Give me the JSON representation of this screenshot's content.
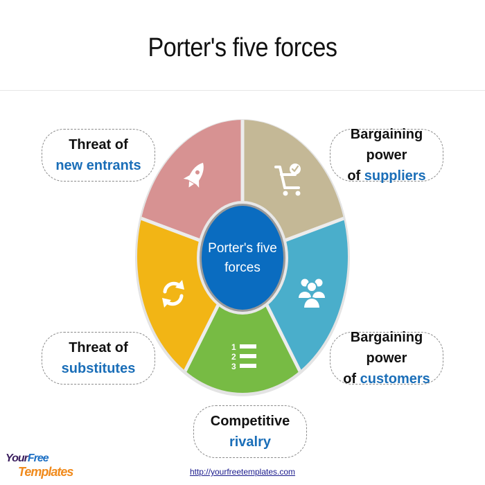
{
  "page": {
    "title": "Porter's five forces"
  },
  "center": {
    "line1": "Porter's five",
    "line2": "forces",
    "color": "#0a6cc0"
  },
  "segments": [
    {
      "id": "new-entrants",
      "icon": "rocket-icon",
      "color": "#d79292"
    },
    {
      "id": "suppliers",
      "icon": "shopping-cart-check-icon",
      "color": "#c4b896"
    },
    {
      "id": "customers",
      "icon": "user-group-icon",
      "color": "#4aaecb"
    },
    {
      "id": "rivalry",
      "icon": "numbered-list-icon",
      "color": "#77bb44"
    },
    {
      "id": "substitutes",
      "icon": "refresh-cycle-icon",
      "color": "#f2b515"
    }
  ],
  "labels": {
    "new_entrants": {
      "line1": "Threat of",
      "line2": "new entrants"
    },
    "suppliers": {
      "line1": "Bargaining power",
      "line2_prefix": "of ",
      "line2": "suppliers"
    },
    "substitutes": {
      "line1": "Threat of",
      "line2": "substitutes"
    },
    "customers": {
      "line1": "Bargaining power",
      "line2_prefix": "of ",
      "line2": "customers"
    },
    "rivalry": {
      "line1": "Competitive",
      "line2": "rivalry"
    }
  },
  "footer": {
    "url": "http://yourfreetemplates.com",
    "logo_line1_a": "Your",
    "logo_line1_b": "Free",
    "logo_line2": "Templates"
  }
}
